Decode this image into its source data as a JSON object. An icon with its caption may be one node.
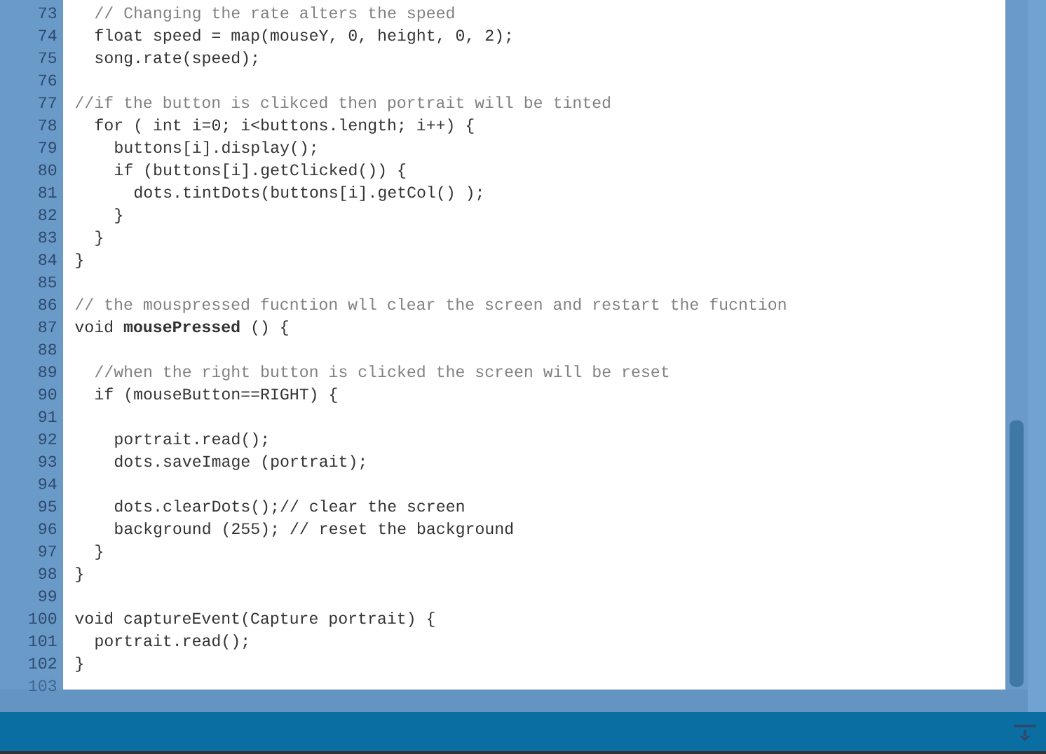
{
  "diagram": {
    "labels": [
      "73",
      "// Changing the rate alters the speed",
      "74",
      "float speed = map(mouseY, 0, height, 0, 2);",
      "75",
      "song.rate(speed);",
      "76",
      "77",
      "//if the button is clikced then portrait will be tinted",
      "78",
      "for ( int i=0; i<buttons.length; i++) {",
      "79",
      "buttons[i].display();",
      "80",
      "if (buttons[i].getClicked()) {",
      "81",
      "dots.tintDots(buttons[i].getCol() );",
      "82",
      "}",
      "83",
      "}",
      "84",
      "}",
      "85",
      "86",
      "// the mouspressed fucntion wll clear the screen and restart the fucntion",
      "87",
      "void **mousePressed** () {",
      "88",
      "89",
      "//when the right button is clicked the screen will be reset",
      "90",
      "if (mouseButton==RIGHT) {",
      "91",
      "92",
      "portrait.read();",
      "93",
      "dots.saveImage (portrait);",
      "94",
      "95",
      "dots.clearDots();// clear the screen",
      "96",
      "background (255); // reset the background",
      "97",
      "}",
      "98",
      "}",
      "99",
      "100",
      "void captureEvent(Capture portrait) {",
      "101",
      "portrait.read();",
      "102",
      "}",
      "103"
    ]
  }
}
